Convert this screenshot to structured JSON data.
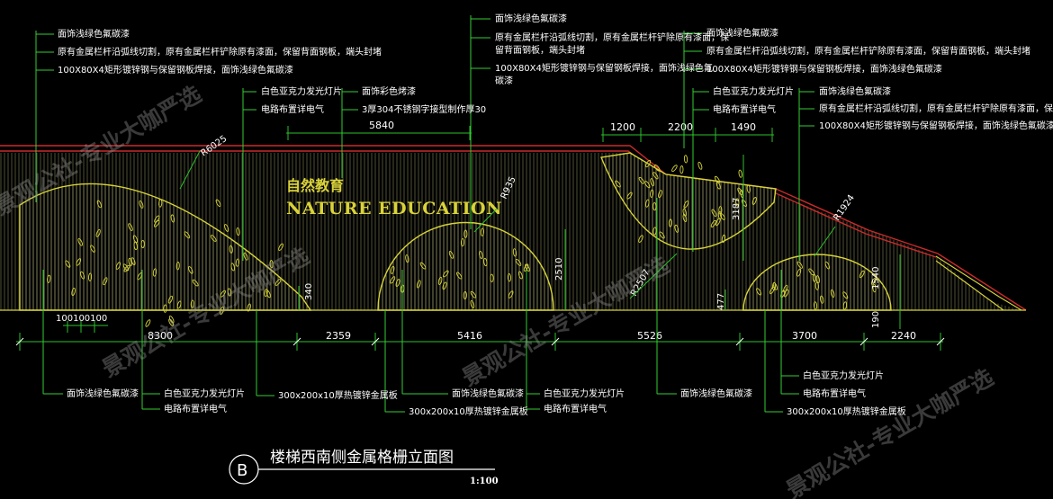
{
  "drawing": {
    "title": "楼梯西南侧金属格栅立面图",
    "scale": "1:100",
    "section_mark": "B",
    "logo_cn": "自然教育",
    "logo_en": "NATURE EDUCATION"
  },
  "colors": {
    "background": "#000000",
    "annotation": "#33cc33",
    "outline": "#d6d33a",
    "slats": "#b8b880",
    "railing": "#cc2a2a",
    "dimension": "#2bbf2b",
    "text": "#ffffff"
  },
  "top_notes": {
    "left": [
      "面饰浅绿色氟碳漆",
      "原有金属栏杆沿弧线切割，原有金属栏杆铲除原有漆面，保留背面钢板，端头封堵",
      "100X80X4矩形镀锌钢与保留钢板焊接，面饰浅绿色氟碳漆"
    ],
    "light_left": [
      "白色亚克力发光灯片",
      "电路布置详电气"
    ],
    "mid": [
      "面饰彩色烤漆",
      "3厚304不锈钢字接型制作厚30"
    ],
    "center": [
      "面饰浅绿色氟碳漆",
      "原有金属栏杆沿弧线切割，原有金属栏杆铲除原有漆面，保",
      "留背面钢板，端头封堵",
      "100X80X4矩形镀锌钢与保留钢板焊接，面饰浅绿色氟",
      "碳漆"
    ],
    "right": [
      "面饰浅绿色氟碳漆",
      "原有金属栏杆沿弧线切割，原有金属栏杆铲除原有漆面，保留背面钢板，端头封堵",
      "100X80X4矩形镀锌钢与保留钢板焊接，面饰浅绿色氟碳漆"
    ],
    "light_right": [
      "白色亚克力发光灯片",
      "电路布置详电气"
    ],
    "far_right": [
      "面饰浅绿色氟碳漆",
      "原有金属栏杆沿弧线切割，原有金属栏杆铲除原有漆面，保留背面钢板，",
      "100X80X4矩形镀锌钢与保留钢板焊接，面饰浅绿色氟碳漆"
    ]
  },
  "bottom_notes": {
    "a": "面饰浅绿色氟碳漆",
    "b1": "白色亚克力发光灯片",
    "b2": "电路布置详电气",
    "c": "300x200x10厚热镀锌金属板",
    "d": "面饰浅绿色氟碳漆",
    "e1": "白色亚克力发光灯片",
    "e2": "电路布置详电气",
    "f": "300x200x10厚热镀锌金属板",
    "g": "面饰浅绿色氟碳漆",
    "h1": "白色亚克力发光灯片",
    "h2": "电路布置详电气",
    "i": "300x200x10厚热镀锌金属板"
  },
  "dimensions": {
    "bottom": [
      "8300",
      "2359",
      "5416",
      "5526",
      "3700",
      "2240"
    ],
    "top": [
      "5840",
      "1200",
      "2200",
      "1490"
    ],
    "small_left": "100100100",
    "radii": [
      "R6025",
      "R935",
      "R2507",
      "R1924"
    ],
    "vertical": [
      "340",
      "2510",
      "3187",
      "1540",
      "477",
      "190"
    ]
  },
  "watermark": [
    "景观公社-专业大咖严选",
    "景观公社-专业大咖严选",
    "景观公社-专业大咖严选",
    "景观公社-专业大咖严选"
  ]
}
